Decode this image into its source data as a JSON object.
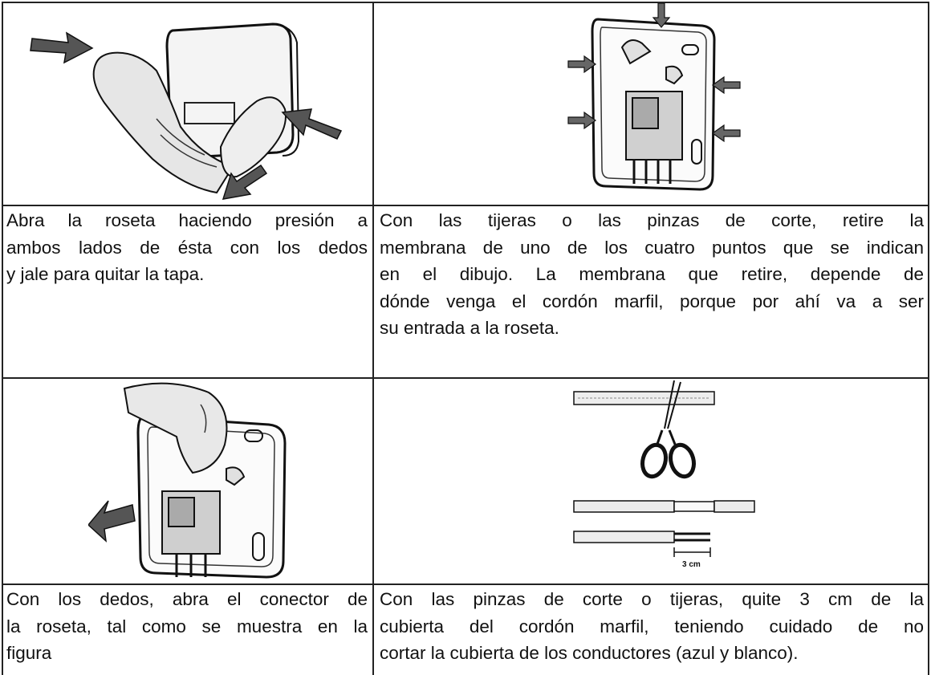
{
  "steps": [
    {
      "figure_icon": "hand-opening-rosette-cover",
      "lines": [
        "Abra la roseta haciendo presión a",
        "ambos lados de ésta con los dedos",
        "y jale para quitar la tapa."
      ]
    },
    {
      "figure_icon": "rosette-base-membrane-points",
      "lines": [
        "Con las tijeras o las pinzas de corte, retire la",
        "membrana de uno de los cuatro puntos que se indican",
        "en el dibujo. La membrana que retire, depende de",
        "dónde venga el cordón marfil, porque por ahí va a ser",
        "su entrada a la roseta."
      ]
    },
    {
      "figure_icon": "finger-opening-connector",
      "lines": [
        "Con los dedos, abra el conector de",
        "la roseta, tal como se muestra en la",
        "figura"
      ]
    },
    {
      "figure_icon": "scissors-cutting-cord",
      "figure_label": "3 cm",
      "lines": [
        "Con las pinzas de corte o tijeras, quite 3 cm de la",
        "cubierta del cordón marfil, teniendo cuidado de no",
        "cortar la cubierta de los conductores (azul y blanco)."
      ]
    }
  ]
}
